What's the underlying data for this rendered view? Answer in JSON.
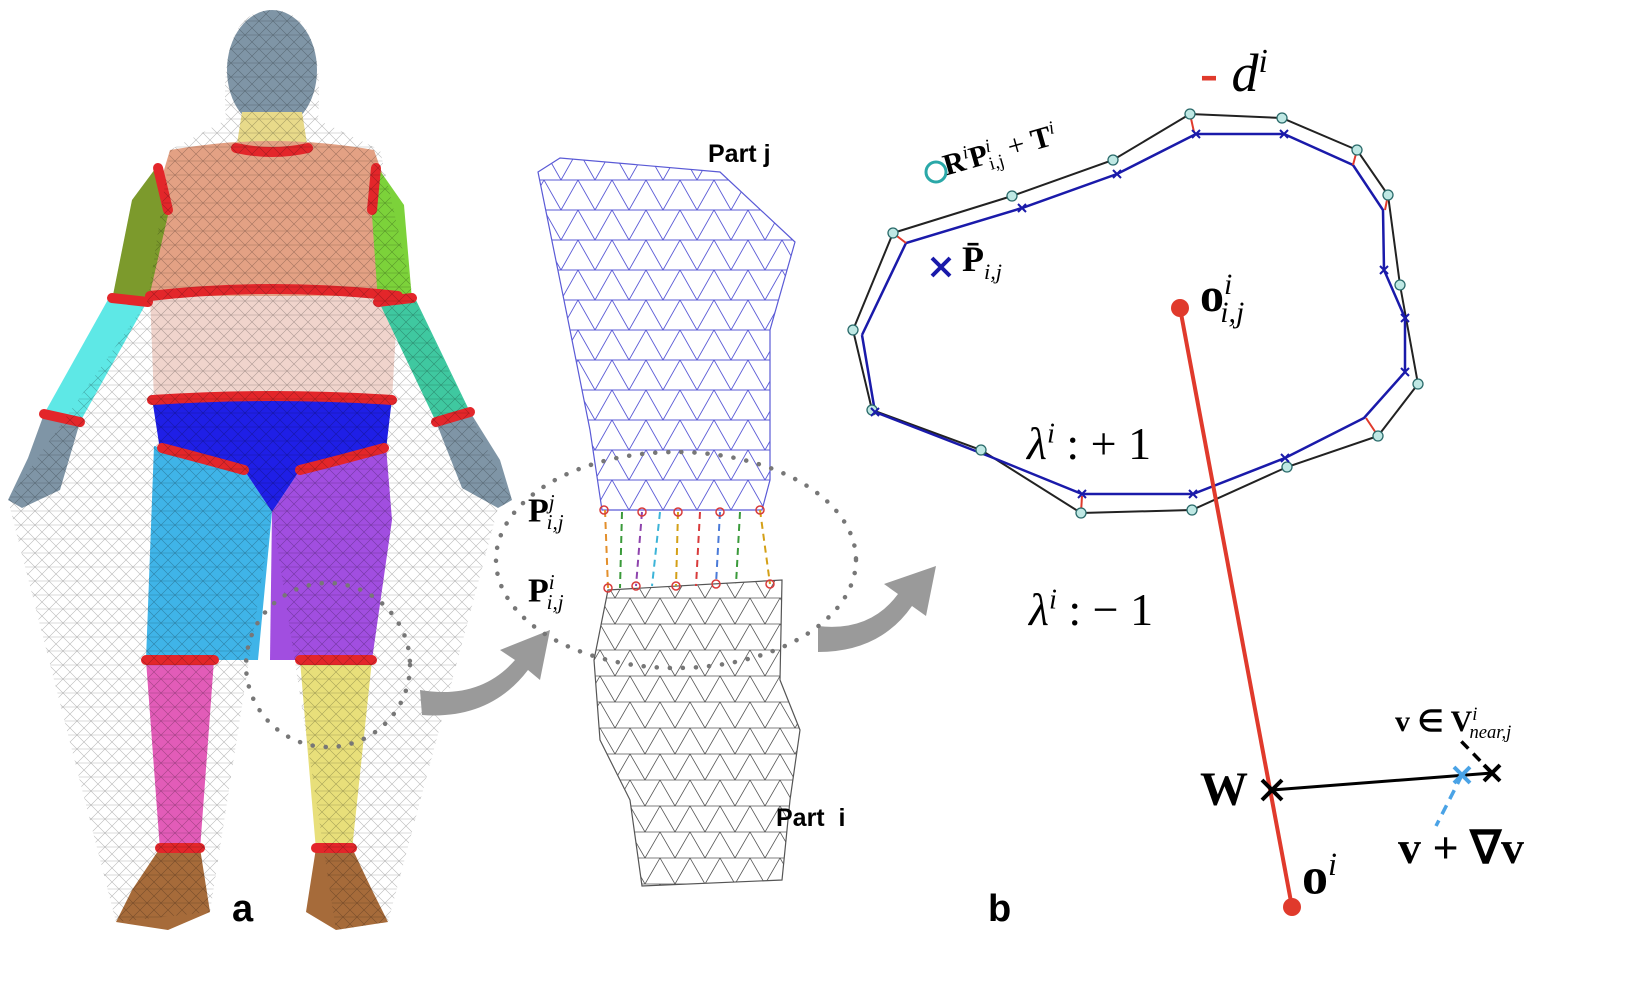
{
  "panels": {
    "a": "a",
    "b": "b"
  },
  "mesh_labels": {
    "part_j": "Part j",
    "part_i": "Part  i"
  },
  "math": {
    "p_j_base": "P",
    "p_j_sup": "j",
    "p_j_sub": "i,j",
    "p_i_base": "P",
    "p_i_sup": "i",
    "p_i_sub": "i,j",
    "transform_R": "R",
    "transform_R_sup": "i",
    "transform_P": "P",
    "transform_P_sup": "i",
    "transform_sub": "i,j",
    "transform_plus": " + ",
    "transform_T": "T",
    "transform_T_sup": "i",
    "d_minus": "-",
    "d_base": "d",
    "d_sup": "i",
    "pbar_base": "P̄",
    "pbar_sub": "i,j",
    "o_base": "o",
    "o_sup": "i",
    "o_sub": "i,j",
    "lambda_plus": "λ",
    "lambda_plus_sup": "i",
    "lambda_plus_val": " : + 1",
    "lambda_minus": "λ",
    "lambda_minus_sup": "i",
    "lambda_minus_val": " : − 1",
    "v_in": "v ∈ ",
    "v_in_V": "V",
    "v_in_sup": "i",
    "v_in_sub": "near,j",
    "w": "W",
    "v_grad": "v + ∇v",
    "o2_base": "o",
    "o2_sup": "i"
  },
  "colors": {
    "outer_contour": "#222222",
    "inner_contour": "#1a1aaa",
    "red_line": "#e03a2c",
    "light_blue": "#4aa3e6",
    "arrow_gray": "#9a9a9a",
    "dot_gray": "#777777",
    "mesh_blue": "#5a5ad6",
    "mesh_gray": "#555555"
  }
}
